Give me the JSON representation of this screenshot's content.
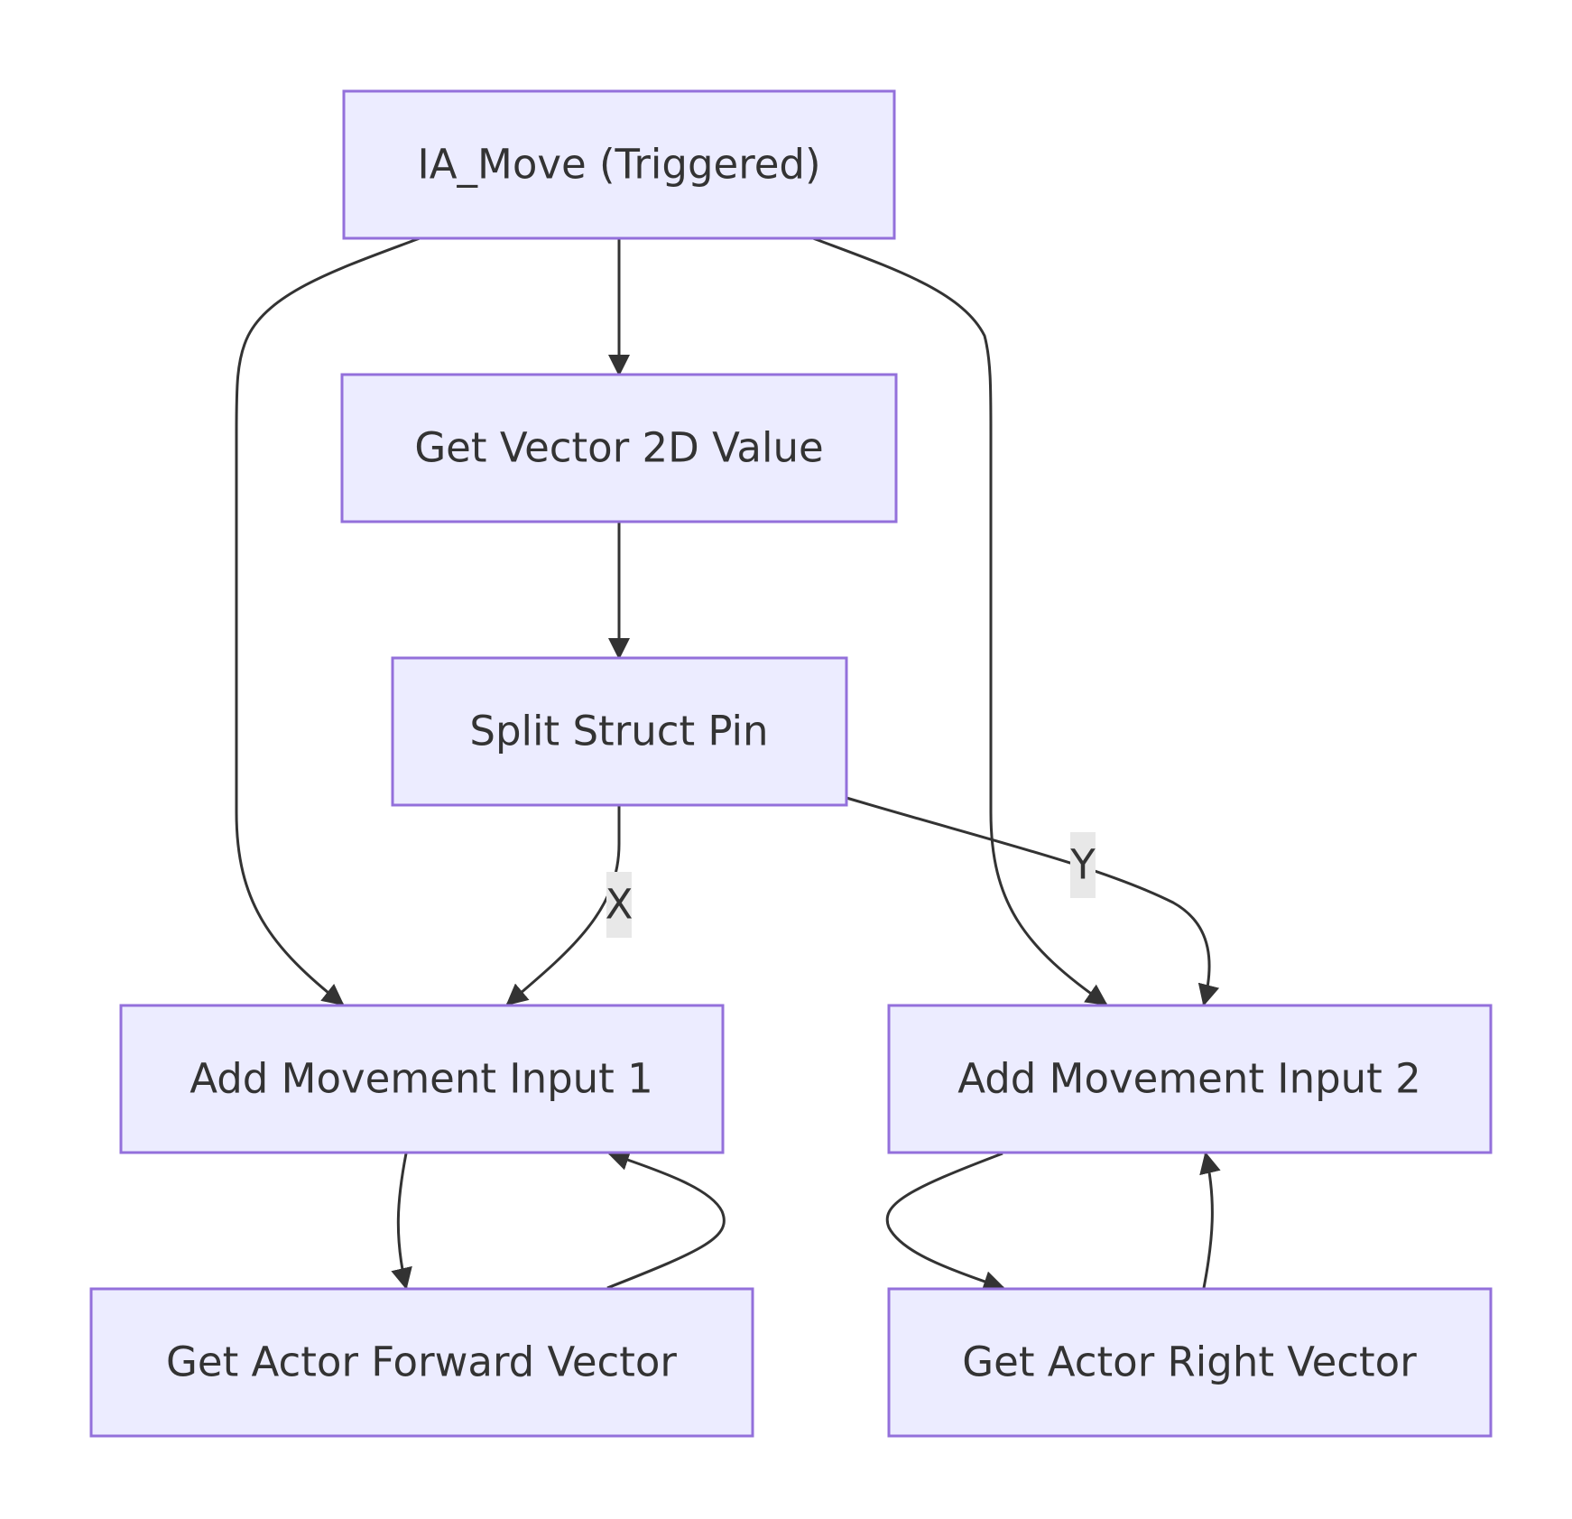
{
  "diagram": {
    "type": "flowchart",
    "nodes": {
      "ia_move": "IA_Move (Triggered)",
      "get_vector": "Get Vector 2D Value",
      "split_struct": "Split Struct Pin",
      "add_move_1": "Add Movement Input 1",
      "add_move_2": "Add Movement Input 2",
      "get_forward": "Get Actor Forward Vector",
      "get_right": "Get Actor Right Vector"
    },
    "edges": [
      {
        "from": "IA_Move (Triggered)",
        "to": "Get Vector 2D Value",
        "label": ""
      },
      {
        "from": "IA_Move (Triggered)",
        "to": "Add Movement Input 1",
        "label": ""
      },
      {
        "from": "IA_Move (Triggered)",
        "to": "Add Movement Input 2",
        "label": ""
      },
      {
        "from": "Get Vector 2D Value",
        "to": "Split Struct Pin",
        "label": ""
      },
      {
        "from": "Split Struct Pin",
        "to": "Add Movement Input 1",
        "label": "X"
      },
      {
        "from": "Split Struct Pin",
        "to": "Add Movement Input 2",
        "label": "Y"
      },
      {
        "from": "Add Movement Input 1",
        "to": "Get Actor Forward Vector",
        "label": ""
      },
      {
        "from": "Get Actor Forward Vector",
        "to": "Add Movement Input 1",
        "label": ""
      },
      {
        "from": "Add Movement Input 2",
        "to": "Get Actor Right Vector",
        "label": ""
      },
      {
        "from": "Get Actor Right Vector",
        "to": "Add Movement Input 2",
        "label": ""
      }
    ],
    "edge_labels": {
      "x": "X",
      "y": "Y"
    },
    "colors": {
      "node_fill": "#ececff",
      "node_stroke": "#9370db",
      "edge": "#333333",
      "text": "#333333",
      "label_bg": "#e8e8e8"
    }
  }
}
